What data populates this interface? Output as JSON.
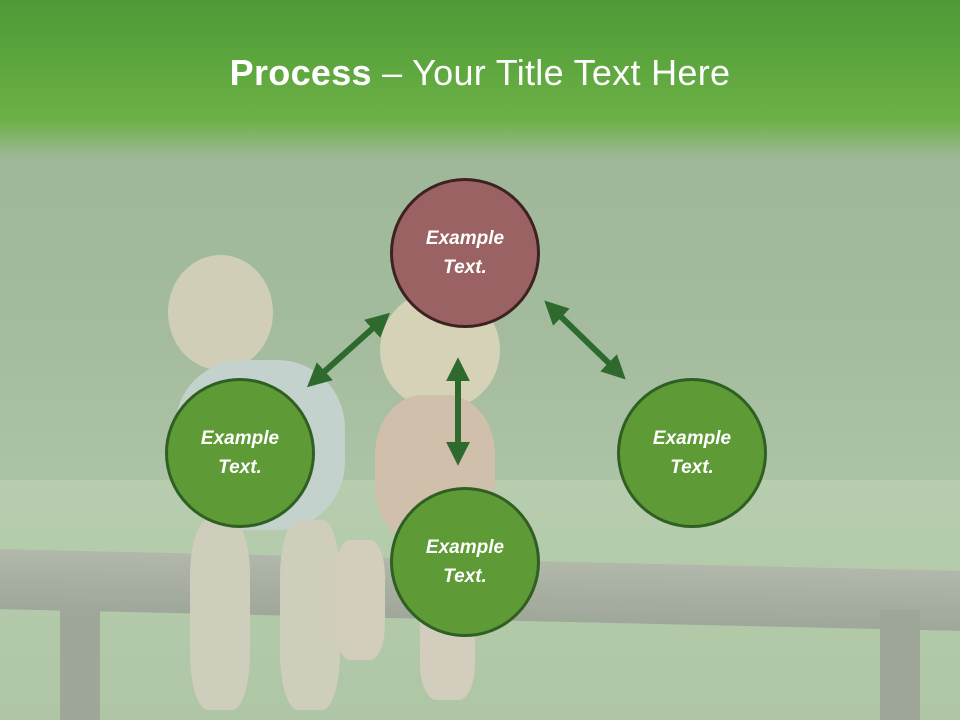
{
  "slide": {
    "title_bold": "Process",
    "title_rest": " – Your Title Text Here",
    "nodes": [
      {
        "label_line1": "Example",
        "label_line2": "Text."
      },
      {
        "label_line1": "Example",
        "label_line2": "Text."
      },
      {
        "label_line1": "Example",
        "label_line2": "Text."
      },
      {
        "label_line1": "Example",
        "label_line2": "Text."
      }
    ]
  },
  "colors": {
    "header_green": "#5fa83f",
    "circle_green": "#5e9a36",
    "circle_red": "#9a6262",
    "arrow_green": "#2e6a2e"
  }
}
